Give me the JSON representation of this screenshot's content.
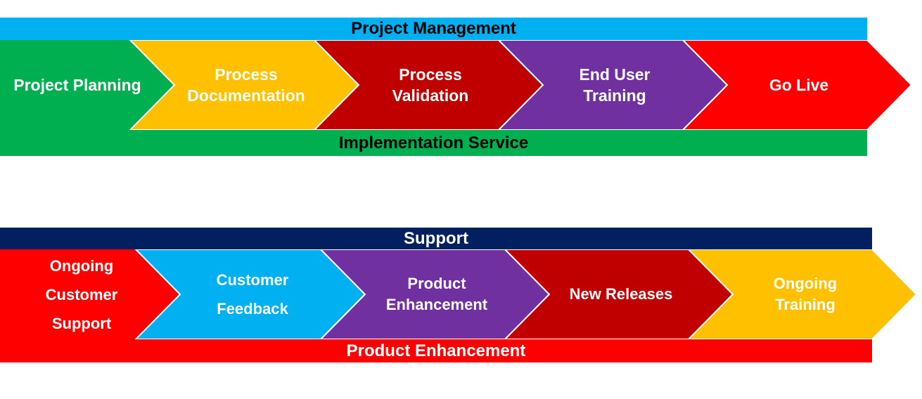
{
  "top_process": {
    "header": "Project Management",
    "footer": "Implementation Service",
    "stages": [
      {
        "label": "Project Planning",
        "color": "#00b050"
      },
      {
        "label": "Process\nDocumentation",
        "color": "#ffc000"
      },
      {
        "label": "Process\nValidation",
        "color": "#c00000"
      },
      {
        "label": "End User\nTraining",
        "color": "#7030a0"
      },
      {
        "label": "Go Live",
        "color": "#ff0000"
      }
    ]
  },
  "bottom_process": {
    "header": "Support",
    "footer": "Product Enhancement",
    "stages": [
      {
        "label": "Ongoing\nCustomer\nSupport",
        "color": "#ff0000"
      },
      {
        "label": "Customer\nFeedback",
        "color": "#00b0f0"
      },
      {
        "label": "Product\nEnhancement",
        "color": "#7030a0"
      },
      {
        "label": "New Releases",
        "color": "#c00000"
      },
      {
        "label": "Ongoing\nTraining",
        "color": "#ffc000"
      }
    ]
  }
}
